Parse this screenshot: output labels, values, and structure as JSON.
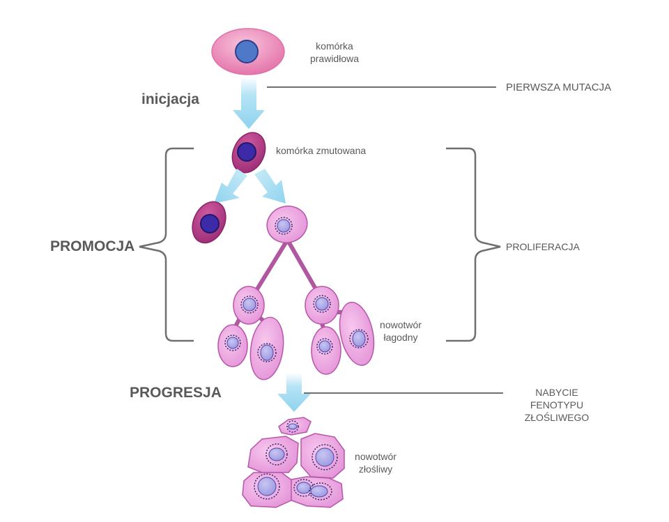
{
  "labels": {
    "normal_cell": [
      "komórka",
      "prawidłowa"
    ],
    "mutated_cell": "komórka zmutowana",
    "benign_tumor": [
      "nowotwór",
      "łagodny"
    ],
    "malignant_tumor": [
      "nowotwór",
      "złośliwy"
    ]
  },
  "stages": {
    "initiation": "inicjacja",
    "promotion": "PROMOCJA",
    "progression": "PROGRESJA"
  },
  "annotations": {
    "first_mutation": "PIERWSZA MUTACJA",
    "proliferation": "PROLIFERACJA",
    "malignant_phenotype": [
      "NABYCIE FENOTYPU",
      "ZŁOŚLIWEGO"
    ]
  },
  "colors": {
    "text": "#595959",
    "arrow": "#8fd3ee",
    "line": "#6f6f6f",
    "normal_cell_fill": "#ef9cc3",
    "mutated_cell_fill": "#c13f8a",
    "nucleus_blue": "#4f78c8",
    "nucleus_dark": "#3d2aa8",
    "proliferating_cell_fill": "#f2a7e2",
    "branch": "#b1579f"
  }
}
